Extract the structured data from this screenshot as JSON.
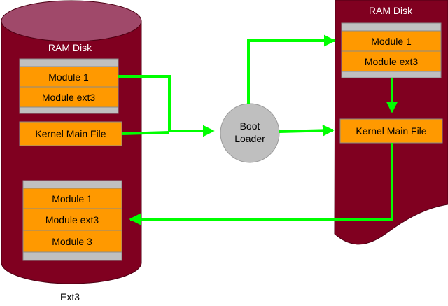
{
  "left_disk": {
    "title": "RAM Disk",
    "upper_stack": [
      "Module 1",
      "Module ext3"
    ],
    "kernel": "Kernel Main File",
    "lower_stack": [
      "Module 1",
      "Module ext3",
      "Module 3"
    ],
    "caption": "Ext3"
  },
  "boot_loader": {
    "line1": "Boot",
    "line2": "Loader"
  },
  "right_disk": {
    "title": "RAM Disk",
    "stack": [
      "Module 1",
      "Module ext3"
    ],
    "kernel": "Kernel Main File"
  },
  "colors": {
    "disk": "#800020",
    "disk_top": "#a0496a",
    "box": "#ff9900",
    "box_border": "#8a8a8a",
    "gray_strip": "#c0c0c0",
    "arrow": "#00ff00",
    "circle": "#bfbfbf"
  }
}
